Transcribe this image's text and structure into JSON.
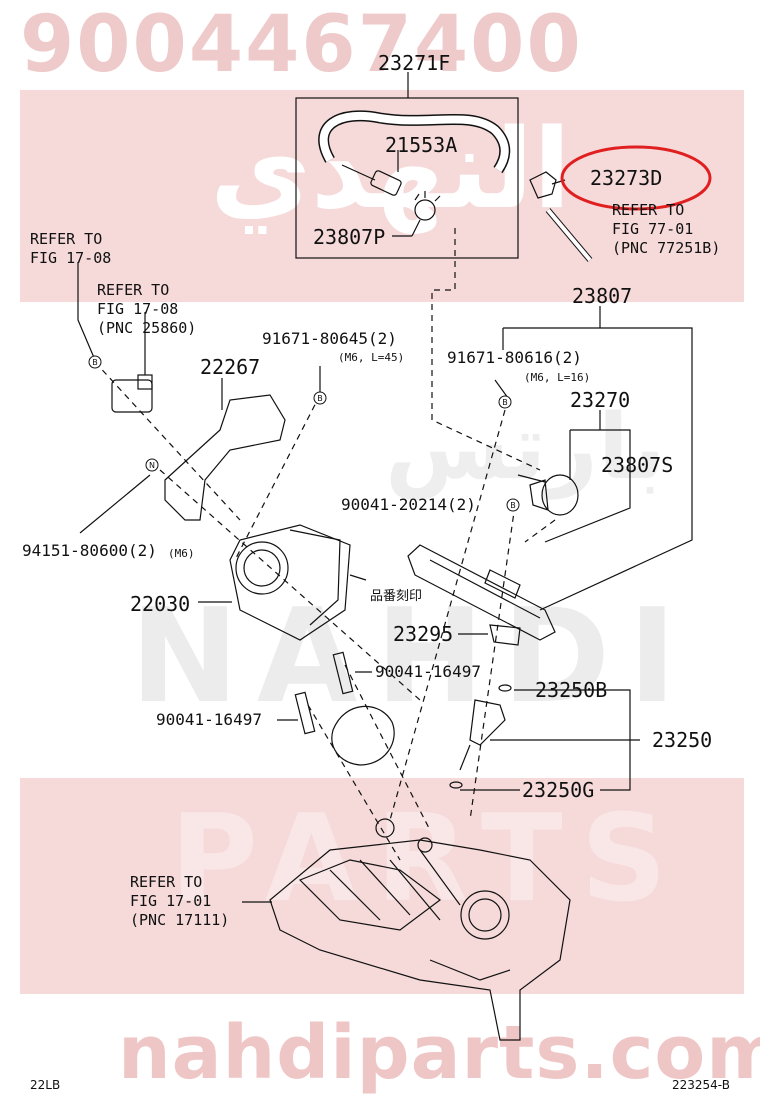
{
  "watermark": {
    "part_number": "9004467400",
    "arabic_top": "النهدي",
    "arabic_mid": "بارتس",
    "big_word_1": "NAHDI",
    "big_word_2": "PARTS",
    "domain": "nahdiparts.com",
    "colors": {
      "band": "#f6d9d9",
      "part_number": "#eecaca",
      "domain": "#efc6c6"
    }
  },
  "labels": {
    "p23271F": "23271F",
    "p21553A": "21553A",
    "p23273D": "23273D",
    "p23807P": "23807P",
    "ref_77_01": "REFER TO\nFIG 77-01\n(PNC 77251B)",
    "ref_17_08_a": "REFER TO\nFIG 17-08",
    "ref_17_08_b": "REFER TO\nFIG 17-08\n(PNC 25860)",
    "p23807": "23807",
    "p22267": "22267",
    "p91671_80645": "91671-80645(2)",
    "p91671_80645_spec": "(M6, L=45)",
    "p91671_80616": "91671-80616(2)",
    "p91671_80616_spec": "(M6, L=16)",
    "p23270": "23270",
    "p23807S": "23807S",
    "p90041_20214": "90041-20214(2)",
    "p94151_80600": "94151-80600(2)",
    "p94151_80600_spec": "(M6)",
    "p22030": "22030",
    "note_part_no": "品番刻印",
    "p23295": "23295",
    "p90041_16497_a": "90041-16497",
    "p90041_16497_b": "90041-16497",
    "p23250B": "23250B",
    "p23250": "23250",
    "p23250G": "23250G",
    "ref_17_01": "REFER TO\nFIG 17-01\n(PNC 17111)",
    "marker_b": "B",
    "marker_n": "N"
  },
  "highlight": {
    "target": "23273D",
    "color": "#e02020"
  },
  "footer": {
    "left": "22LB",
    "right": "223254-B"
  }
}
